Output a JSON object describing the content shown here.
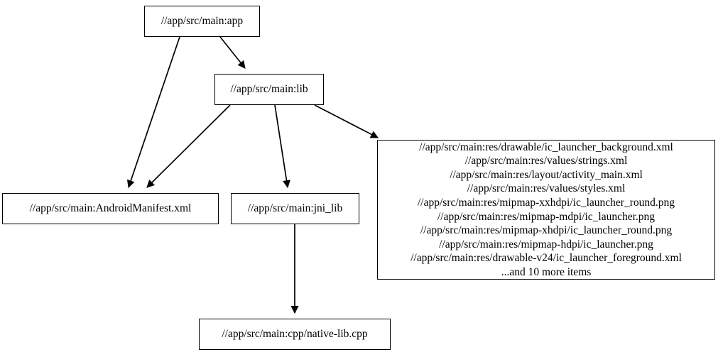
{
  "graph": {
    "type": "directed-dependency-graph",
    "background_color": "#ffffff",
    "node_border_color": "#000000",
    "edge_color": "#000000",
    "nodes": [
      {
        "id": "app",
        "label": "//app/src/main:app"
      },
      {
        "id": "lib",
        "label": "//app/src/main:lib"
      },
      {
        "id": "manifest",
        "label": "//app/src/main:AndroidManifest.xml"
      },
      {
        "id": "jni",
        "label": "//app/src/main:jni_lib"
      },
      {
        "id": "cpp",
        "label": "//app/src/main:cpp/native-lib.cpp"
      },
      {
        "id": "res",
        "label": "//app/src/main:res/drawable/ic_launcher_background.xml\n//app/src/main:res/values/strings.xml\n//app/src/main:res/layout/activity_main.xml\n//app/src/main:res/values/styles.xml\n//app/src/main:res/mipmap-xxhdpi/ic_launcher_round.png\n//app/src/main:res/mipmap-mdpi/ic_launcher.png\n//app/src/main:res/mipmap-xhdpi/ic_launcher_round.png\n//app/src/main:res/mipmap-hdpi/ic_launcher.png\n//app/src/main:res/drawable-v24/ic_launcher_foreground.xml\n...and 10 more items",
        "lines": [
          "//app/src/main:res/drawable/ic_launcher_background.xml",
          "//app/src/main:res/values/strings.xml",
          "//app/src/main:res/layout/activity_main.xml",
          "//app/src/main:res/values/styles.xml",
          "//app/src/main:res/mipmap-xxhdpi/ic_launcher_round.png",
          "//app/src/main:res/mipmap-mdpi/ic_launcher.png",
          "//app/src/main:res/mipmap-xhdpi/ic_launcher_round.png",
          "//app/src/main:res/mipmap-hdpi/ic_launcher.png",
          "//app/src/main:res/drawable-v24/ic_launcher_foreground.xml",
          "...and 10 more items"
        ]
      }
    ],
    "edges": [
      {
        "from": "app",
        "to": "manifest"
      },
      {
        "from": "app",
        "to": "lib"
      },
      {
        "from": "lib",
        "to": "manifest"
      },
      {
        "from": "lib",
        "to": "jni"
      },
      {
        "from": "lib",
        "to": "res"
      },
      {
        "from": "jni",
        "to": "cpp"
      }
    ]
  }
}
